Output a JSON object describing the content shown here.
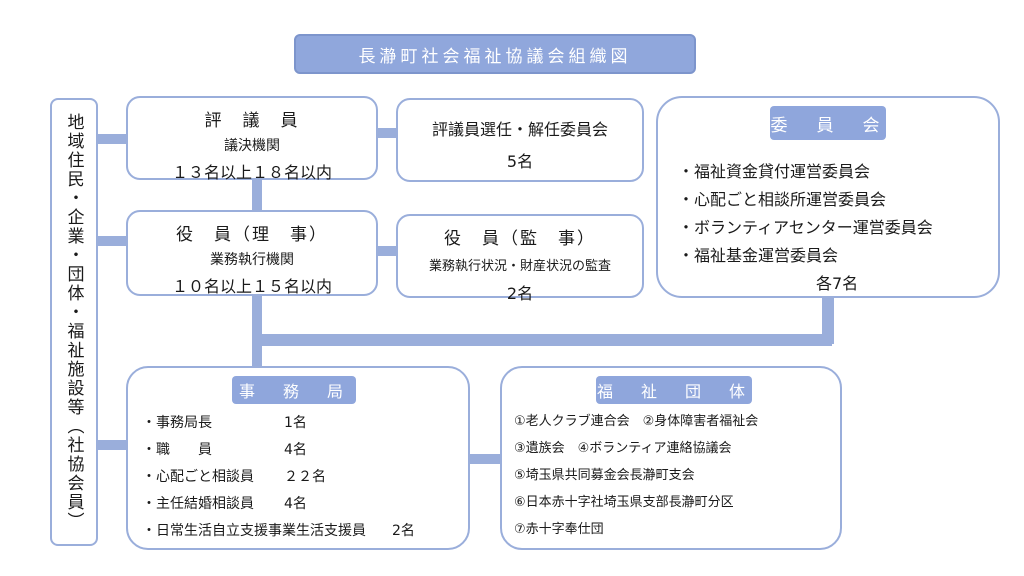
{
  "title": "長瀞町社会福祉協議会組織図",
  "members_side": "地域住民・企業・団体・福祉施設等（社協会員）",
  "council": {
    "name": "評　議　員",
    "role": "議決機関",
    "count": "１３名以上１８名以内"
  },
  "council_committee": {
    "name": "評議員選任・解任委員会",
    "count": "5名"
  },
  "directors": {
    "name": "役　員（理　事）",
    "role": "業務執行機関",
    "count": "１０名以上１５名以内"
  },
  "auditors": {
    "name": "役　員（監　事）",
    "role": "業務執行状況・財産状況の監査",
    "count": "2名"
  },
  "committees": {
    "heading": "委　員　会",
    "items": [
      "・福祉資金貸付運営委員会",
      "・心配ごと相談所運営委員会",
      "・ボランティアセンター運営委員会",
      "・福祉基金運営委員会"
    ],
    "count": "各7名"
  },
  "secretariat": {
    "heading": "事　務　局",
    "rows": [
      {
        "label": "・事務局長",
        "count": "1名"
      },
      {
        "label": "・職　　員",
        "count": "4名"
      },
      {
        "label": "・心配ごと相談員",
        "count": "２２名"
      },
      {
        "label": "・主任結婚相談員",
        "count": "4名"
      },
      {
        "label": "・日常生活自立支援事業生活支援員",
        "count": "2名"
      }
    ]
  },
  "welfare_groups": {
    "heading": "福　祉　団　体",
    "items": [
      "①老人クラブ連合会　②身体障害者福祉会",
      "③遺族会　④ボランティア連絡協議会",
      "⑤埼玉県共同募金会長瀞町支会",
      "⑥日本赤十字社埼玉県支部長瀞町分区",
      "⑦赤十字奉仕団"
    ]
  }
}
